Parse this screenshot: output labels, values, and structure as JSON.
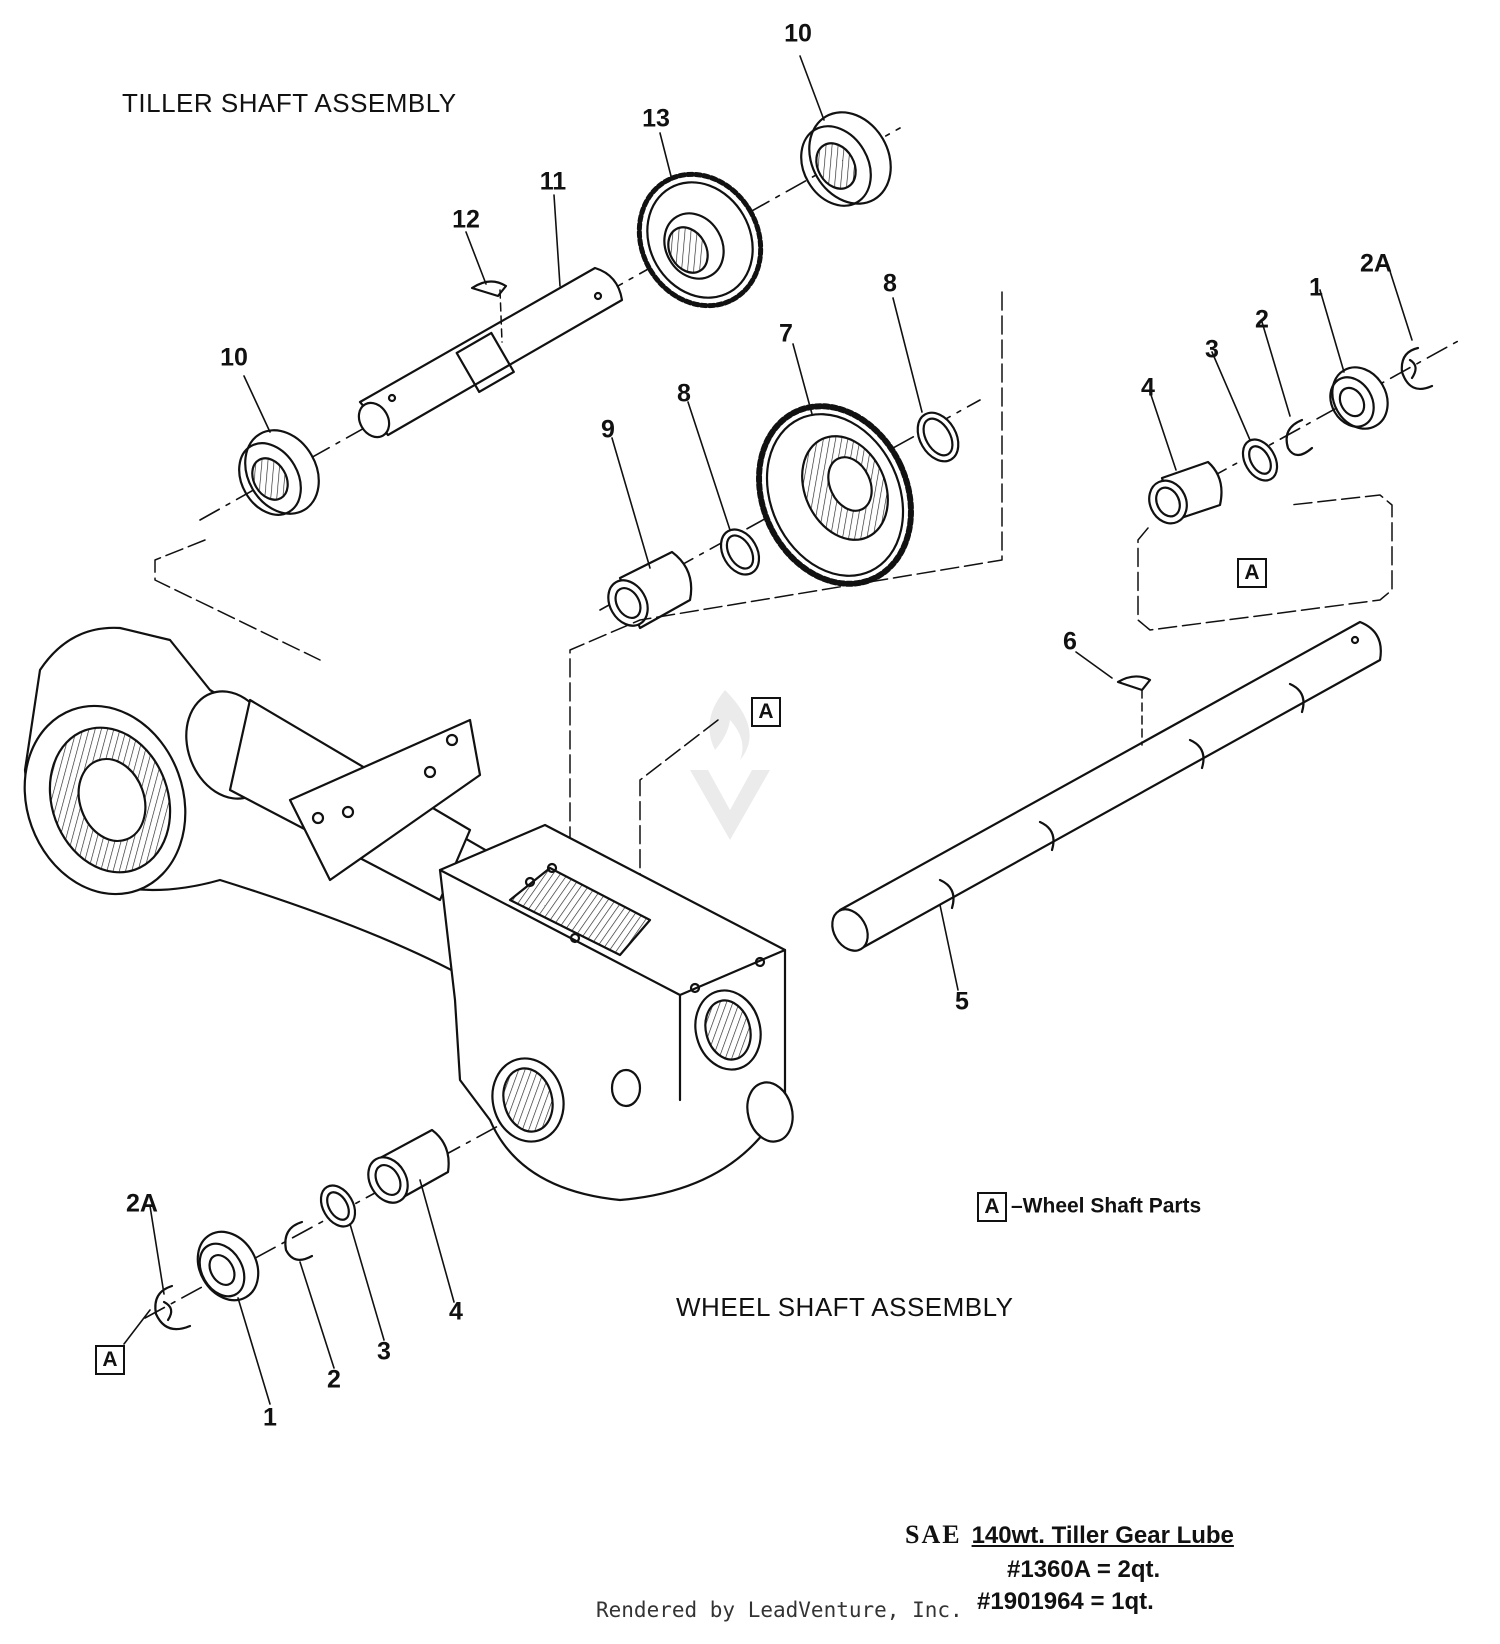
{
  "titles": {
    "tiller": "TILLER SHAFT ASSEMBLY",
    "wheel": "WHEEL SHAFT ASSEMBLY"
  },
  "callouts": [
    {
      "id": "c10a",
      "text": "10"
    },
    {
      "id": "c13",
      "text": "13"
    },
    {
      "id": "c11",
      "text": "11"
    },
    {
      "id": "c12",
      "text": "12"
    },
    {
      "id": "c10b",
      "text": "10"
    },
    {
      "id": "c8a",
      "text": "8"
    },
    {
      "id": "c7",
      "text": "7"
    },
    {
      "id": "c8b",
      "text": "8"
    },
    {
      "id": "c9",
      "text": "9"
    },
    {
      "id": "c2Ar",
      "text": "2A"
    },
    {
      "id": "c1r",
      "text": "1"
    },
    {
      "id": "c2r",
      "text": "2"
    },
    {
      "id": "c3r",
      "text": "3"
    },
    {
      "id": "c4r",
      "text": "4"
    },
    {
      "id": "c6",
      "text": "6"
    },
    {
      "id": "c5",
      "text": "5"
    },
    {
      "id": "c2Al",
      "text": "2A"
    },
    {
      "id": "c1l",
      "text": "1"
    },
    {
      "id": "c2l",
      "text": "2"
    },
    {
      "id": "c3l",
      "text": "3"
    },
    {
      "id": "c4l",
      "text": "4"
    }
  ],
  "reference_marks": {
    "letter": "A"
  },
  "legend": {
    "box": "A",
    "text": "–Wheel Shaft Parts"
  },
  "lube": {
    "prefix": "SAE",
    "title": "140wt. Tiller Gear Lube",
    "line2": "#1360A = 2qt.",
    "line3": "#1901964 = 1qt."
  },
  "footer": "Rendered by LeadVenture, Inc."
}
